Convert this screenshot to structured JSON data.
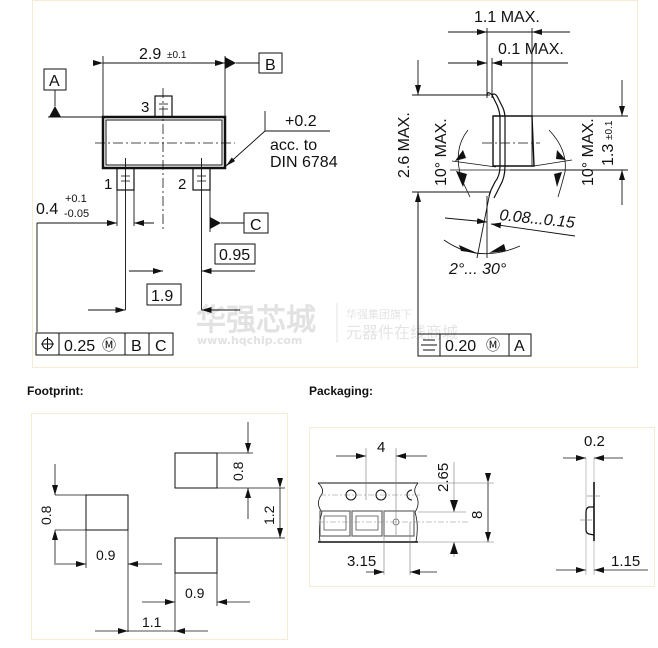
{
  "main_drawing": {
    "datum_a": "A",
    "datum_b": "B",
    "datum_c": "C",
    "body_width": "2.9",
    "body_width_tol": "±0.1",
    "pin3": "3",
    "pin1": "1",
    "pin2": "2",
    "edge_note_tol": "+0.2",
    "edge_note_line1": "acc. to",
    "edge_note_line2": "DIN 6784",
    "lead_width": "0.4",
    "lead_width_tol_plus": "+0.1",
    "lead_width_tol_minus": "-0.05",
    "pitch": "0.95",
    "pin_span": "1.9",
    "position_tol": {
      "value": "0.25",
      "modifier": "Ⓜ",
      "ref1": "B",
      "ref2": "C"
    }
  },
  "side_drawing": {
    "overall_width": "1.1 MAX.",
    "standoff": "0.1 MAX.",
    "height": "2.6 MAX.",
    "draft_left": "10° MAX.",
    "draft_right": "10° MAX.",
    "body_height": "1.3",
    "body_height_tol": "±0.1",
    "lead_thickness": "0.08...0.15",
    "lead_angle": "2°... 30°",
    "symmetry_tol": {
      "value": "0.20",
      "modifier": "Ⓜ",
      "ref": "A"
    }
  },
  "watermark": {
    "brand": "华强芯城",
    "url": "www.hqchip.com",
    "line1": "华强集团旗下",
    "line2": "元器件在线商城"
  },
  "footprint": {
    "title": "Footprint:",
    "pad_height_left": "0.8",
    "pad_width_left": "0.9",
    "pad_height_right": "0.8",
    "pad_gap": "1.2",
    "pad_width_right": "0.9",
    "pad_spacing": "1.1"
  },
  "packaging": {
    "title": "Packaging:",
    "pitch": "4",
    "hole_offset": "2.65",
    "tape_width": "8",
    "pocket_offset": "3.15",
    "cover_thickness": "0.2",
    "tape_depth": "1.15"
  }
}
